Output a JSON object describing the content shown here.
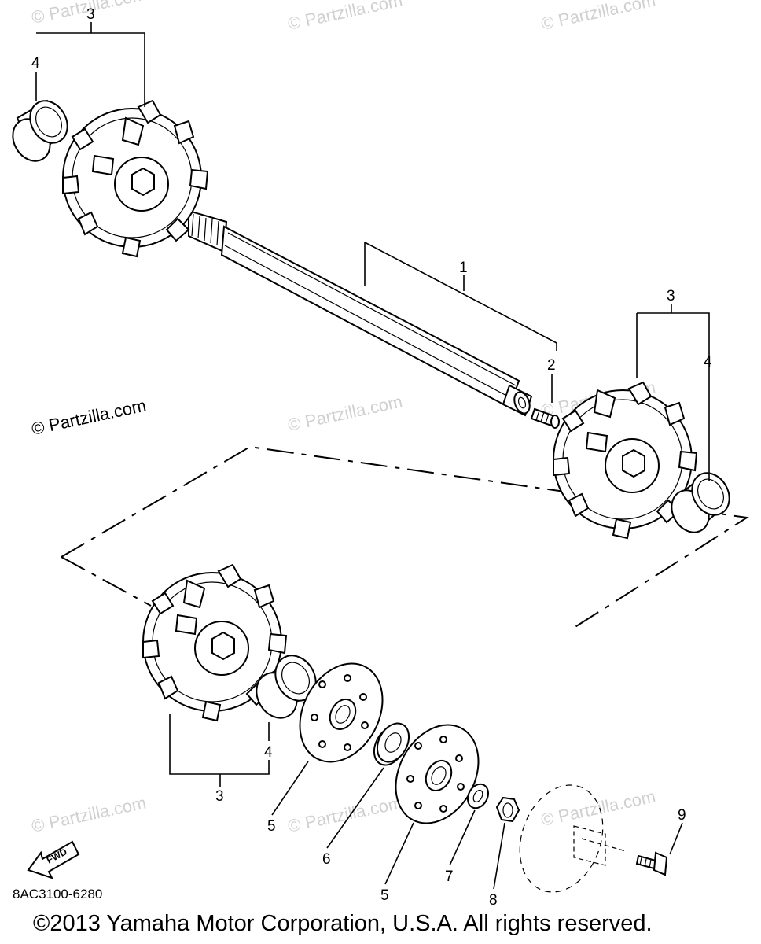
{
  "callouts": {
    "shaft": "1",
    "pin": "2",
    "sprocket_assy_top": "3",
    "bearing_top": "4",
    "sprocket_assy_right": "3",
    "bearing_right": "4",
    "bearing_lower": "4",
    "sprocket_assy_lower": "3",
    "plate_left": "5",
    "bearing_small": "6",
    "plate_right": "5",
    "washer": "7",
    "nut": "8",
    "bolt": "9"
  },
  "watermark": "© Partzilla.com",
  "fwd_label": "FWD",
  "diagram_code": "8AC3100-6280",
  "copyright": "©2013  Yamaha Motor Corporation, U.S.A. All rights reserved.",
  "icons": [
    "fwd-arrow-icon"
  ]
}
